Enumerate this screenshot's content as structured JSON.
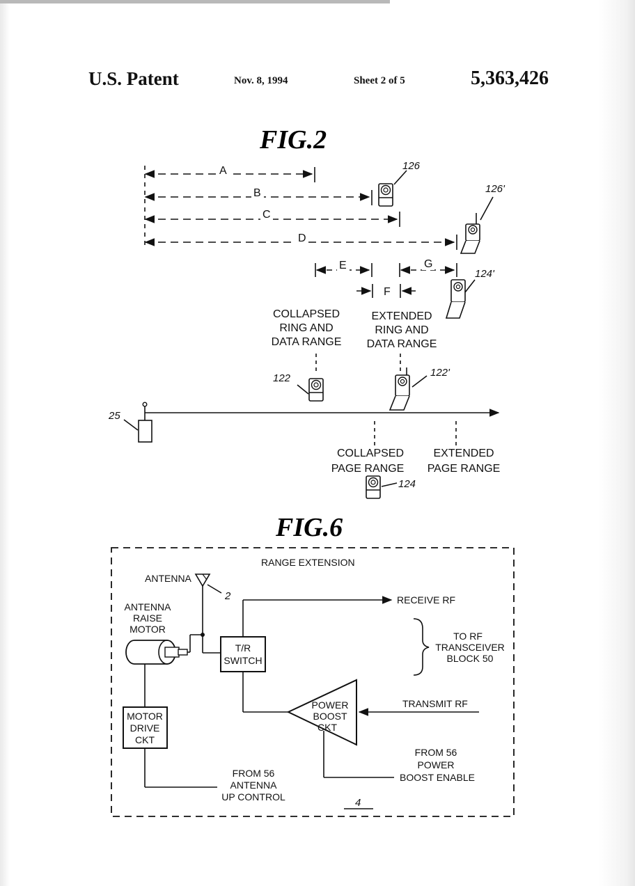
{
  "header": {
    "title": "U.S. Patent",
    "date": "Nov. 8, 1994",
    "sheet": "Sheet 2 of 5",
    "patent_number": "5,363,426"
  },
  "fig2": {
    "title": "FIG.2",
    "dim_labels": {
      "a": "A",
      "b": "B",
      "c": "C",
      "d": "D",
      "e": "E",
      "f": "F",
      "g": "G"
    },
    "refs": {
      "r126": "126",
      "r126p": "126'",
      "r124p": "124'",
      "r122": "122",
      "r122p": "122'",
      "r25": "25",
      "r124": "124"
    },
    "collapsed_ring": [
      "COLLAPSED",
      "RING AND",
      "DATA RANGE"
    ],
    "extended_ring": [
      "EXTENDED",
      "RING AND",
      "DATA RANGE"
    ],
    "collapsed_page": [
      "COLLAPSED",
      "PAGE RANGE"
    ],
    "extended_page": [
      "EXTENDED",
      "PAGE RANGE"
    ]
  },
  "fig6": {
    "title": "FIG.6",
    "box_title": "RANGE EXTENSION",
    "antenna": "ANTENNA",
    "ref_2": "2",
    "ref_4": "4",
    "antenna_motor": [
      "ANTENNA",
      "RAISE",
      "MOTOR"
    ],
    "tr_switch": [
      "T/R",
      "SWITCH"
    ],
    "motor_drive": [
      "MOTOR",
      "DRIVE",
      "CKT"
    ],
    "power_boost": [
      "POWER",
      "BOOST",
      "CKT"
    ],
    "receive_rf": "RECEIVE RF",
    "to_rf": [
      "TO RF",
      "TRANSCEIVER",
      "BLOCK 50"
    ],
    "transmit_rf": "TRANSMIT RF",
    "from56_power": [
      "FROM 56",
      "POWER",
      "BOOST ENABLE"
    ],
    "from56_antenna": [
      "FROM 56",
      "ANTENNA",
      "UP CONTROL"
    ]
  }
}
